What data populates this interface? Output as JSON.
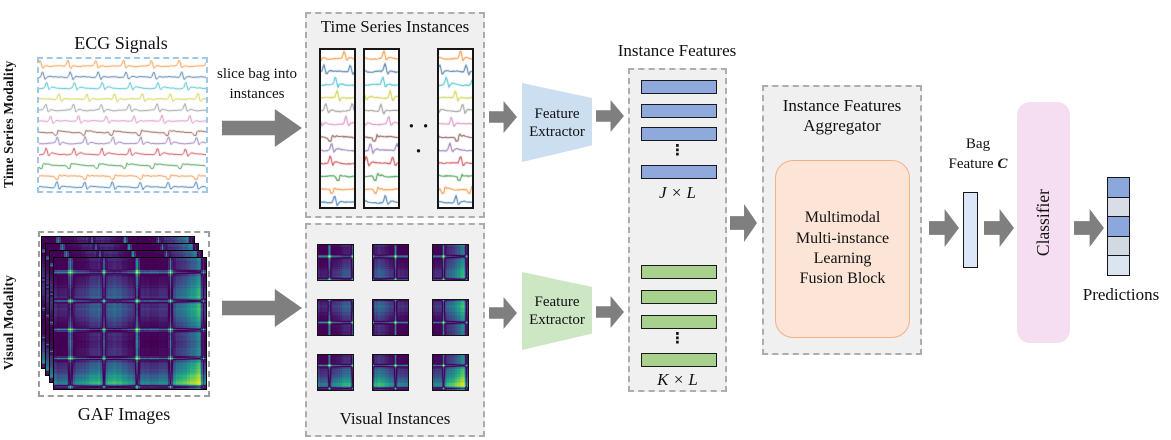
{
  "figure": {
    "left": {
      "ts_modality_label": "Time Series Modality",
      "ecg_title": "ECG Signals",
      "visual_modality_label": "Visual Modality",
      "gaf_caption": "GAF Images"
    },
    "slice_note": {
      "line1": "slice bag into",
      "line2": "instances"
    },
    "ts_instances": {
      "title": "Time Series Instances",
      "dots": "· · ·"
    },
    "visual_instances": {
      "caption": "Visual Instances"
    },
    "feature_extractor_ts": {
      "label": "Feature Extractor"
    },
    "feature_extractor_visual": {
      "label": "Feature Extractor"
    },
    "instance_features": {
      "title": "Instance Features",
      "ts_dims": "J × L",
      "visual_dims": "K × L",
      "vdots": "⋮"
    },
    "aggregator": {
      "title": "Instance Features Aggregator",
      "fusion_lines": [
        "Multimodal",
        "Multi-instance",
        "Learning",
        "Fusion Block"
      ]
    },
    "bag_feature": {
      "line1": "Bag",
      "line2_prefix": "Feature",
      "symbol": "C"
    },
    "classifier": {
      "label": "Classifier"
    },
    "predictions": {
      "caption": "Predictions"
    }
  },
  "colors": {
    "arrow": "#7f7f7f",
    "ecg_traces": [
      "#f79440",
      "#4e79a7",
      "#45c0cf",
      "#cfd043",
      "#9a9a9a",
      "#dd8dc6",
      "#8c564b",
      "#9678b6",
      "#cd4a50",
      "#3f9b47",
      "#f59240",
      "#3d7ab5"
    ],
    "trapezoid_ts": "#cbdff1",
    "trapezoid_visual": "#cde6c3",
    "ts_feature_bar": "#8fa9dc",
    "visual_feature_bar": "#a9d18e",
    "fusion_fill": "#fce4d6",
    "fusion_border": "#f4b183",
    "bag_bar_fill": "#dbe7f6",
    "classifier_fill": "#f5def1",
    "prediction_cells": [
      "#8ba7dc",
      "#d9dde6",
      "#8ba7dc",
      "#d3d9e3",
      "#dbe5f1"
    ],
    "ecg_box_border": "#9ec7e8"
  }
}
